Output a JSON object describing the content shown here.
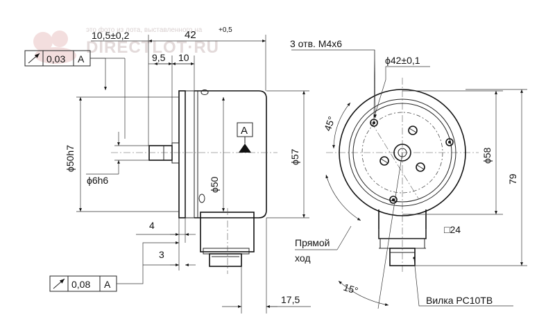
{
  "watermark": {
    "caption": "это фото из лота, выставленного на",
    "brand": "DIRECTLOT·RU",
    "color": "#e8e2e2"
  },
  "tolerance_frames": [
    {
      "value": "0,03",
      "datum": "A"
    },
    {
      "value": "0,08",
      "datum": "A"
    }
  ],
  "datum_label": "A",
  "side_view": {
    "dim_10_5": "10,5±0,2",
    "dim_42": "42",
    "dim_42_tol": "+0,5",
    "dim_9_5": "9,5",
    "dim_10": "10",
    "dim_50h7": "ϕ50h7",
    "dim_6h6": "ϕ6h6",
    "dim_50": "ϕ50",
    "dim_57": "ϕ57",
    "dim_4": "4",
    "dim_3": "3",
    "dim_17_5": "17,5"
  },
  "front_view": {
    "holes_label": "3 отв. М4х6",
    "dim_42": "ϕ42±0,1",
    "angle_45": "45°",
    "angle_15": "15°",
    "dim_58": "ϕ58",
    "dim_79": "79",
    "dim_24": "□24",
    "direction_line1": "Прямой",
    "direction_line2": "ход",
    "connector_label": "Вилка РС10ТВ"
  }
}
